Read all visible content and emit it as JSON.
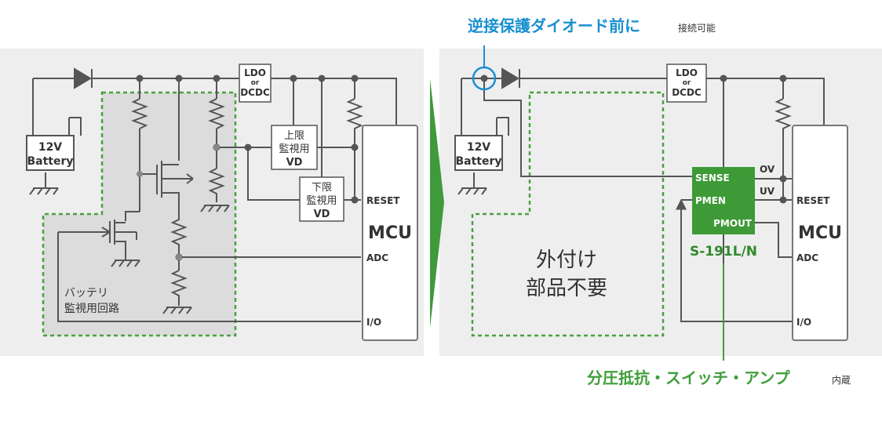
{
  "colors": {
    "panel_bg": "#eeeeee",
    "monitor_bg": "#dcdcdc",
    "wire": "#555555",
    "green_dash": "#4aa03f",
    "chip_green": "#3d9a36",
    "chip_label_green": "#2f8a2a",
    "accent_blue": "#1a8fd0",
    "callout_green": "#3f9f3a",
    "arrow_green": "#3e9a3a"
  },
  "icons": {
    "diode": "diode-icon",
    "resistor": "resistor-icon",
    "ground": "ground-icon",
    "transistor": "mosfet-icon",
    "battery": "battery-icon",
    "arrow": "chevron-right-arrow-icon"
  },
  "left": {
    "battery": {
      "line1": "12V",
      "line2": "Battery"
    },
    "ldo": {
      "line1": "LDO",
      "line2": "or",
      "line3": "DCDC"
    },
    "vd_upper": {
      "line1": "上限",
      "line2": "監視用",
      "line3": "VD"
    },
    "vd_lower": {
      "line1": "下限",
      "line2": "監視用",
      "line3": "VD"
    },
    "mcu": {
      "title": "MCU",
      "pin_reset": "RESET",
      "pin_adc": "ADC",
      "pin_io": "I/O"
    },
    "monitor_label": {
      "line1": "バッテリ",
      "line2": "監視用回路"
    }
  },
  "right": {
    "battery": {
      "line1": "12V",
      "line2": "Battery"
    },
    "ldo": {
      "line1": "LDO",
      "line2": "or",
      "line3": "DCDC"
    },
    "no_parts": {
      "line1": "外付け",
      "line2": "部品不要"
    },
    "chip": {
      "pin_sense": "SENSE",
      "pin_pmen": "PMEN",
      "pin_pmout": "PMOUT",
      "name": "S-191L/N"
    },
    "ov_label": "OV",
    "uv_label": "UV",
    "mcu": {
      "title": "MCU",
      "pin_reset": "RESET",
      "pin_adc": "ADC",
      "pin_io": "I/O"
    }
  },
  "callout_top": {
    "main": "逆接保護ダイオード前に",
    "small": "接続可能"
  },
  "callout_bottom": {
    "main": "分圧抵抗・スイッチ・アンプ",
    "small": "内蔵"
  }
}
